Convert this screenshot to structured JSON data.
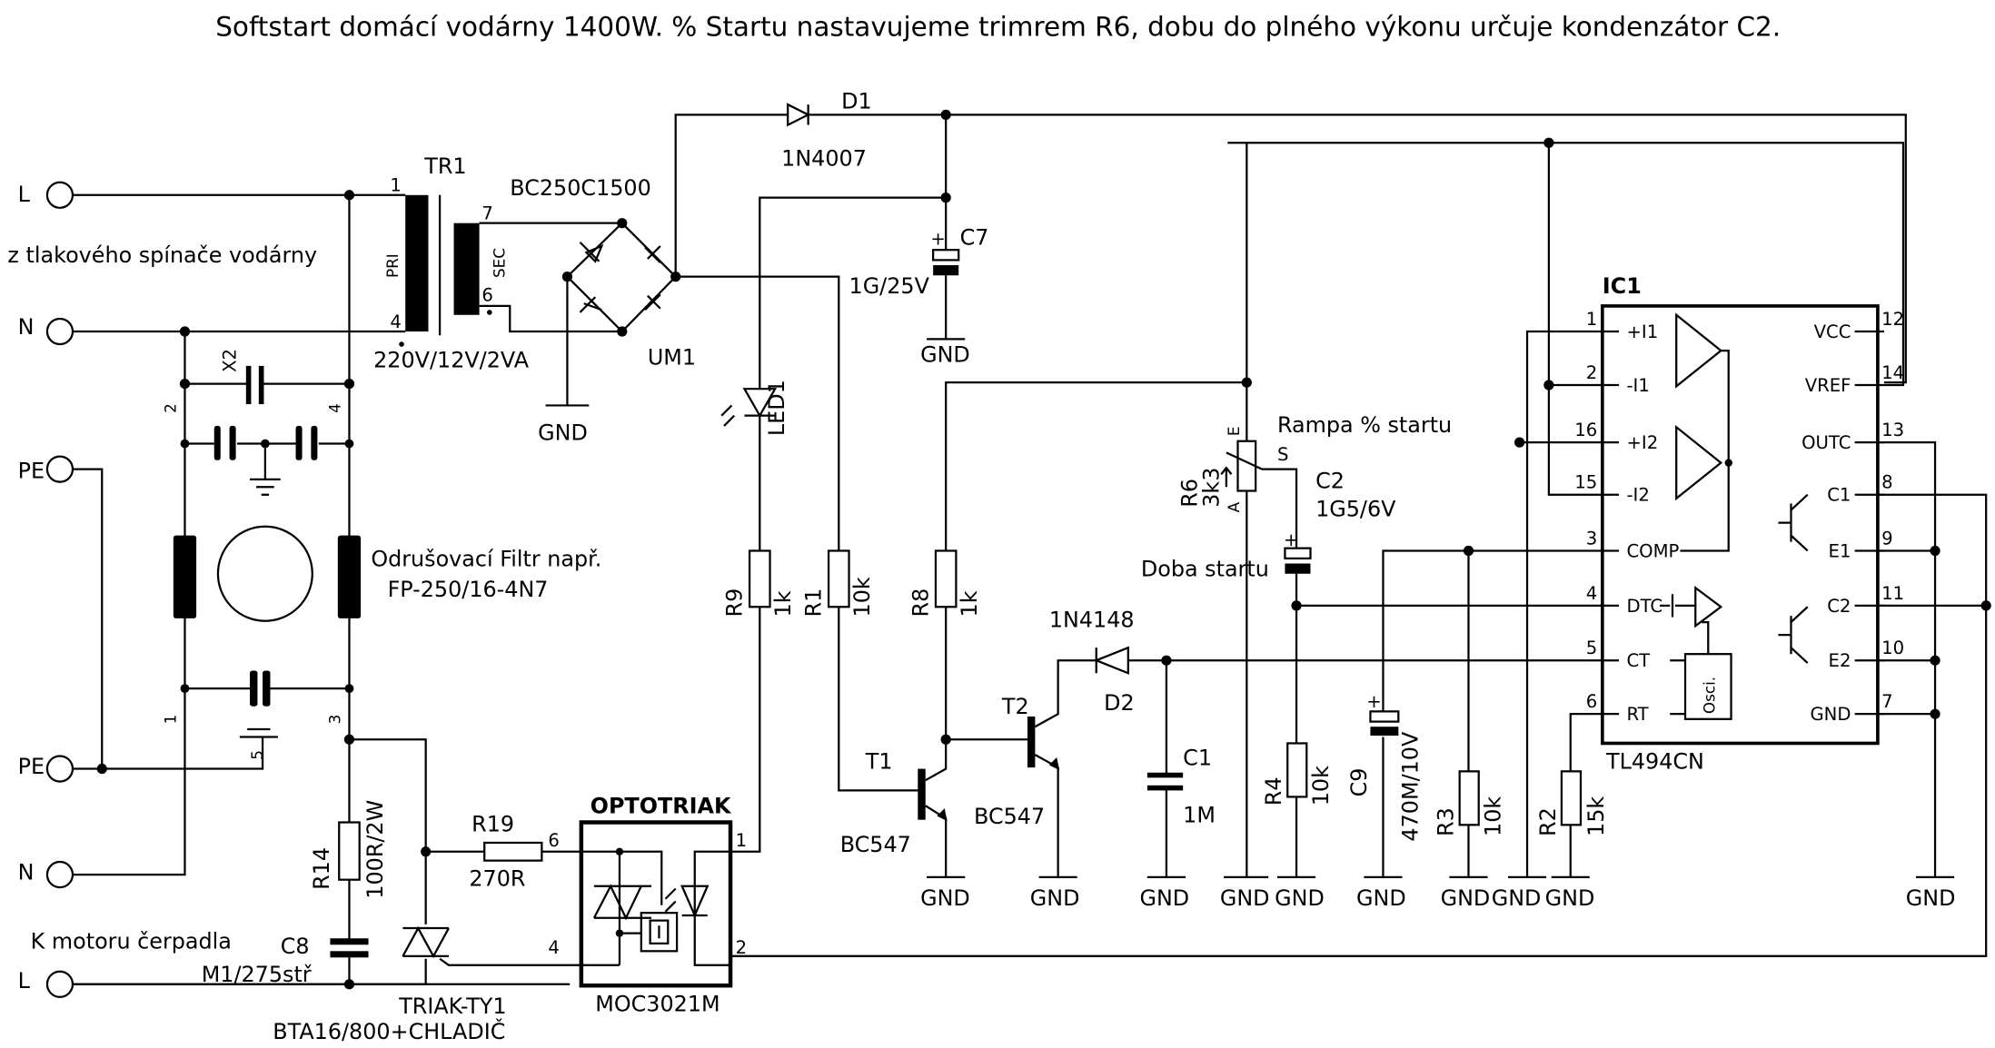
{
  "title": "Softstart domácí vodárny 1400W. % Startu nastavujeme trimrem R6, dobu do plného výkonu určuje kondenzátor C2.",
  "terminals": {
    "L_top": "L",
    "N_top": "N",
    "PE1": "PE",
    "PE2": "PE",
    "N_bot": "N",
    "L_bot": "L"
  },
  "notes": {
    "input_source": "z tlakového spínače vodárny",
    "output_target": "K motoru čerpadla",
    "filter_name": "Odrušovací Filtr např.",
    "filter_part": "FP-250/16-4N7",
    "ramp": "Rampa % startu",
    "start_time": "Doba startu"
  },
  "filter": {
    "cap_x2": "X2",
    "pins": [
      "1",
      "2",
      "3",
      "4",
      "5"
    ]
  },
  "tr1": {
    "ref": "TR1",
    "rating": "220V/12V/2VA",
    "pri": "PRI",
    "sec": "SEC",
    "pin1": "1",
    "pin4": "4",
    "pin7": "7",
    "pin6": "6"
  },
  "um1": {
    "ref": "UM1",
    "part": "BC250C1500"
  },
  "d1": {
    "ref": "D1",
    "part": "1N4007"
  },
  "c7": {
    "ref": "C7",
    "value": "1G/25V",
    "plus": "+"
  },
  "led1": {
    "ref": "LED1"
  },
  "r9": {
    "ref": "R9",
    "value": "1k"
  },
  "r1": {
    "ref": "R1",
    "value": "10k"
  },
  "r8": {
    "ref": "R8",
    "value": "1k"
  },
  "t1": {
    "ref": "T1",
    "part": "BC547"
  },
  "t2": {
    "ref": "T2",
    "part": "BC547"
  },
  "d2": {
    "ref": "D2",
    "part": "1N4148"
  },
  "c1": {
    "ref": "C1",
    "value": "1M"
  },
  "r6": {
    "ref": "R6",
    "value": "3k3",
    "pin_e": "E",
    "pin_a": "A",
    "pin_s": "S"
  },
  "c2": {
    "ref": "C2",
    "value": "1G5/6V",
    "plus": "+"
  },
  "r4": {
    "ref": "R4",
    "value": "10k"
  },
  "c9": {
    "ref": "C9",
    "value": "470M/10V",
    "plus": "+"
  },
  "r3": {
    "ref": "R3",
    "value": "10k"
  },
  "r2": {
    "ref": "R2",
    "value": "15k"
  },
  "r14": {
    "ref": "R14",
    "value": "100R/2W"
  },
  "c8": {
    "ref": "C8",
    "value": "M1/275stř"
  },
  "r19": {
    "ref": "R19",
    "value": "270R"
  },
  "triak": {
    "ref": "TRIAK-TY1",
    "part": "BTA16/800+CHLADIČ"
  },
  "opto": {
    "label": "OPTOTRIAK",
    "part": "MOC3021M",
    "pin1": "1",
    "pin2": "2",
    "pin4": "4",
    "pin6": "6"
  },
  "ic1": {
    "ref": "IC1",
    "part": "TL494CN",
    "osc": "Osci.",
    "left_pins": [
      {
        "num": "1",
        "name": "+I1"
      },
      {
        "num": "2",
        "name": "-I1"
      },
      {
        "num": "16",
        "name": "+I2"
      },
      {
        "num": "15",
        "name": "-I2"
      },
      {
        "num": "3",
        "name": "COMP"
      },
      {
        "num": "4",
        "name": "DTC"
      },
      {
        "num": "5",
        "name": "CT"
      },
      {
        "num": "6",
        "name": "RT"
      }
    ],
    "right_pins": [
      {
        "num": "12",
        "name": "VCC"
      },
      {
        "num": "14",
        "name": "VREF"
      },
      {
        "num": "13",
        "name": "OUTC"
      },
      {
        "num": "8",
        "name": "C1"
      },
      {
        "num": "9",
        "name": "E1"
      },
      {
        "num": "11",
        "name": "C2"
      },
      {
        "num": "10",
        "name": "E2"
      },
      {
        "num": "7",
        "name": "GND"
      }
    ]
  },
  "gnd_label": "GND"
}
